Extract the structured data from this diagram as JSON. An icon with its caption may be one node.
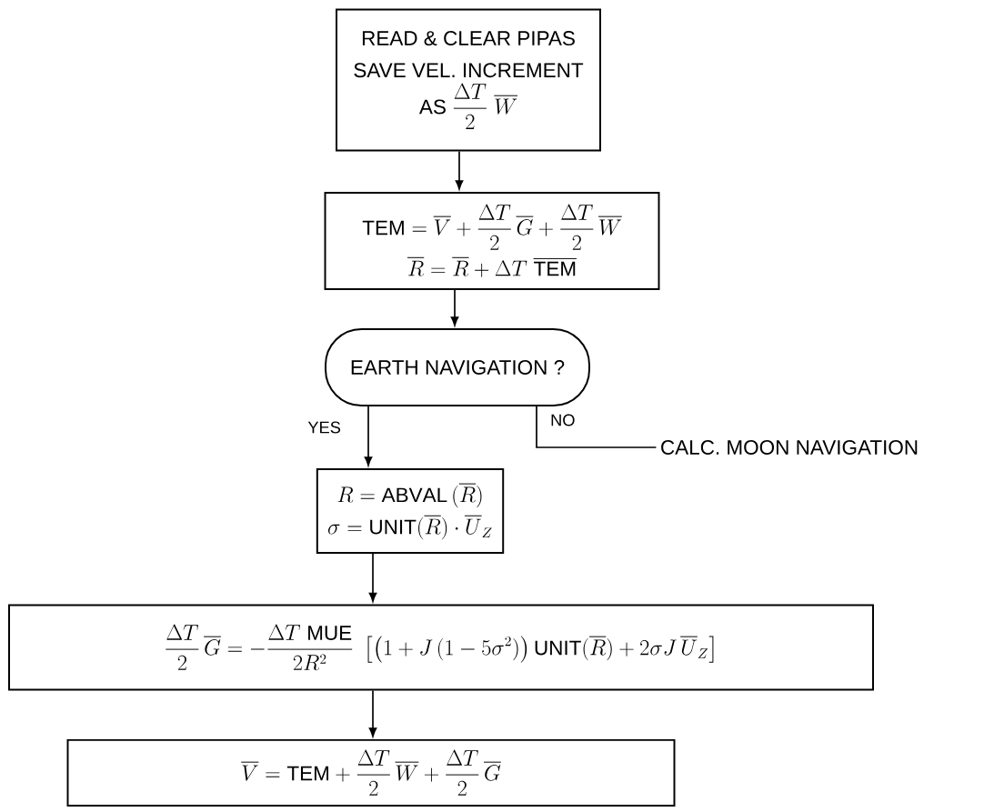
{
  "diagram": {
    "nodes": [
      {
        "text": [
          "READ & CLEAR PIPAS",
          "SAVE VEL. INCREMENT",
          "\\text{AS }\\frac{\\Delta T}{2}\\;\\overline{W}"
        ]
      },
      {
        "text": [
          "\\mathrm{TEM} = \\overline{V} + \\frac{\\Delta T}{2}\\,\\overline{G} + \\frac{\\Delta T}{2}\\,\\overline{W}",
          "\\overline{R} = \\overline{R} + \\Delta T\\;\\overline{\\mathrm{TEM}}"
        ]
      },
      {
        "text": [
          "EARTH NAVIGATION ?"
        ]
      },
      {
        "text": [
          "CALC. MOON NAVIGATION"
        ]
      },
      {
        "text": [
          "R = \\mathrm{ABVAL}\\,(\\overline{R})",
          "\\sigma = \\mathrm{UNIT}(\\overline{R})\\cdot\\overline{U}_Z"
        ]
      },
      {
        "text": [
          "\\frac{\\Delta T}{2}\\,\\overline{G} = -\\frac{\\Delta T\\;\\mathrm{MUE}}{2R^2}\\;\\left[\\left(1+J\\,(1-5\\sigma^2)\\right)\\mathrm{UNIT}(\\overline{R}) + 2\\sigma J\\,\\overline{U}_Z\\right]"
        ]
      },
      {
        "text": [
          "\\overline{V} = \\mathrm{TEM} + \\frac{\\Delta T}{2}\\,\\overline{W} + \\frac{\\Delta T}{2}\\,\\overline{G}"
        ]
      }
    ],
    "edges": [
      {
        "from": 0,
        "to": 1,
        "arrow": "to"
      },
      {
        "from": 1,
        "to": 2,
        "arrow": "to"
      },
      {
        "from": 2,
        "to": 4,
        "arrow": "to",
        "label": "YES"
      },
      {
        "from": 2,
        "to": 3,
        "arrow": "none",
        "label": "NO"
      },
      {
        "from": 4,
        "to": 5,
        "arrow": "to"
      },
      {
        "from": 5,
        "to": 6,
        "arrow": "to"
      }
    ]
  }
}
